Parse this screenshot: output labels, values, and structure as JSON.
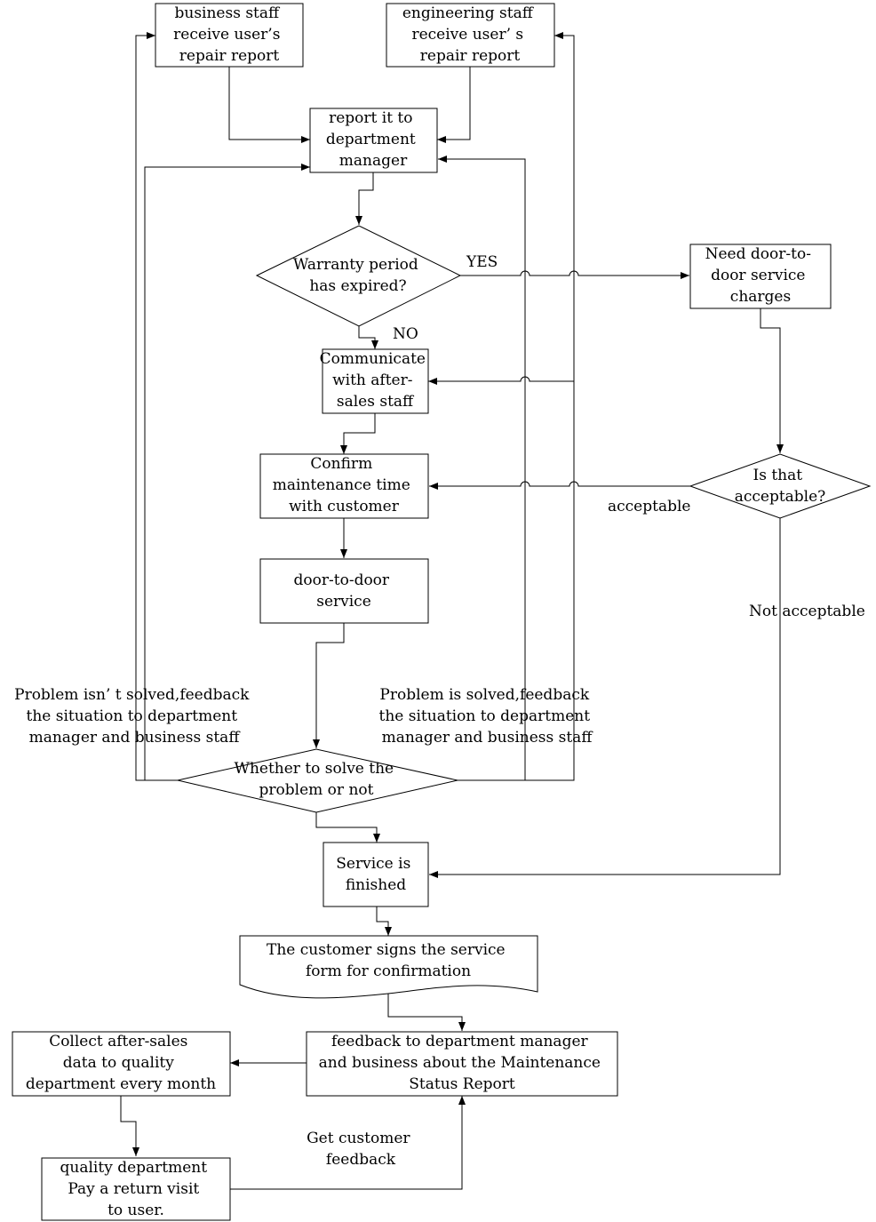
{
  "diagram": {
    "nodes": {
      "business_staff": [
        "business staff",
        "receive user’s",
        "repair report"
      ],
      "engineering_staff": [
        "engineering staff",
        "receive user’ s",
        "repair report"
      ],
      "report_manager": [
        "report it to",
        "department",
        "manager"
      ],
      "warranty": [
        "Warranty period",
        "has expired?"
      ],
      "need_charges": [
        "Need door-to-",
        "door service",
        "charges"
      ],
      "communicate": [
        "Communicate",
        "with after-",
        "sales staff"
      ],
      "confirm_time": [
        "Confirm",
        "maintenance time",
        "with customer"
      ],
      "acceptable_q": [
        "Is that",
        "acceptable?"
      ],
      "door_service": [
        "door-to-door",
        "service"
      ],
      "solve_q": [
        "Whether to solve the",
        "problem or not"
      ],
      "service_finished": [
        "Service is",
        "finished"
      ],
      "customer_signs": [
        "The customer signs the service",
        "form for confirmation"
      ],
      "collect_data": [
        "Collect after-sales",
        "data to quality",
        "department every month"
      ],
      "feedback_report": [
        "feedback to department manager",
        "and business about the Maintenance",
        "Status Report"
      ],
      "quality_visit": [
        "quality department",
        "Pay a return visit",
        "to user."
      ]
    },
    "edge_labels": {
      "yes": "YES",
      "no": "NO",
      "acceptable": "acceptable",
      "not_acceptable": "Not acceptable",
      "not_solved": [
        "Problem isn’ t solved,feedback",
        "the situation to department",
        "manager and business staff"
      ],
      "solved": [
        "Problem is solved,feedback",
        "the situation to department",
        "manager and business staff"
      ],
      "get_feedback": [
        "Get customer",
        "feedback"
      ]
    },
    "colors": {
      "stroke": "#000000",
      "fill": "#ffffff",
      "text": "#000000"
    }
  }
}
